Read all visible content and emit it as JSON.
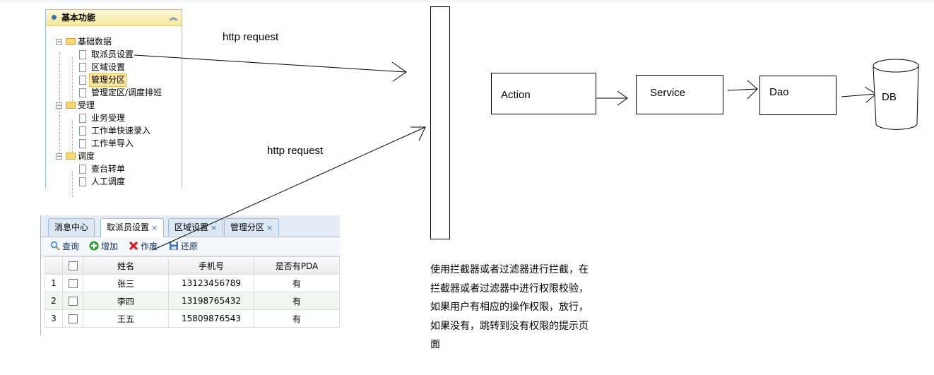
{
  "tree": {
    "header": "基本功能",
    "groups": [
      {
        "label": "基础数据",
        "items": [
          "取派员设置",
          "区域设置",
          "管理分区",
          "管理定区/调度排班"
        ]
      },
      {
        "label": "受理",
        "items": [
          "业务受理",
          "工作单快速录入",
          "工作单导入"
        ]
      },
      {
        "label": "调度",
        "items": [
          "查台转单",
          "人工调度"
        ]
      }
    ],
    "selected": "管理分区"
  },
  "tabs": [
    {
      "label": "消息中心",
      "closable": false,
      "active": false
    },
    {
      "label": "取派员设置",
      "closable": true,
      "active": true
    },
    {
      "label": "区域设置",
      "closable": true,
      "active": false
    },
    {
      "label": "管理分区",
      "closable": true,
      "active": false
    }
  ],
  "toolbar": {
    "query": "查询",
    "add": "增加",
    "void": "作废",
    "restore": "还原"
  },
  "grid": {
    "columns": [
      "姓名",
      "手机号",
      "是否有PDA"
    ],
    "rows": [
      {
        "num": "1",
        "name": "张三",
        "phone": "13123456789",
        "pda": "有"
      },
      {
        "num": "2",
        "name": "李四",
        "phone": "13198765432",
        "pda": "有"
      },
      {
        "num": "3",
        "name": "王五",
        "phone": "15809876543",
        "pda": "有"
      }
    ]
  },
  "diagram": {
    "request1": "http request",
    "request2": "http request",
    "action": "Action",
    "service": "Service",
    "dao": "Dao",
    "db": "DB",
    "note_lines": [
      "使用拦截器或者过滤器进行拦截，在",
      "拦截器或者过滤器中进行权限校验，",
      "如果用户有相应的操作权限，放行，",
      "如果没有，跳转到没有权限的提示页",
      "面"
    ]
  }
}
